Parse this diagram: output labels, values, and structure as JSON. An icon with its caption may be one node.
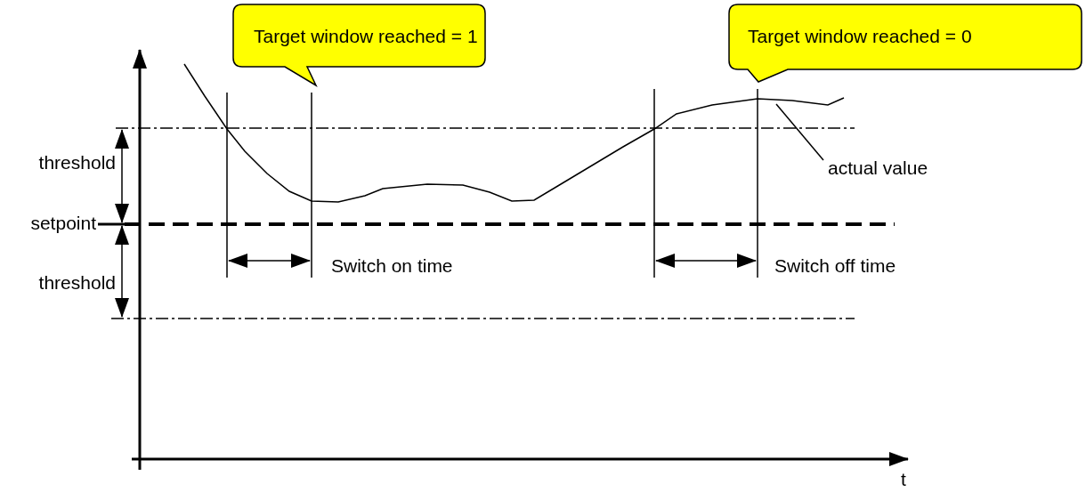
{
  "diagram": {
    "nodes": [
      {
        "text": [
          "Target window reached = 1"
        ]
      },
      {
        "text": [
          "Target window reached = 0"
        ]
      },
      {
        "text": [
          "actual value"
        ]
      },
      {
        "text": [],
        "shape": "curve"
      }
    ],
    "edges": [
      {
        "from": 2,
        "to": 3,
        "arrow": "none"
      }
    ],
    "labels": [
      "threshold",
      "setpoint",
      "threshold",
      "Switch on time",
      "Switch off time",
      "t"
    ]
  }
}
